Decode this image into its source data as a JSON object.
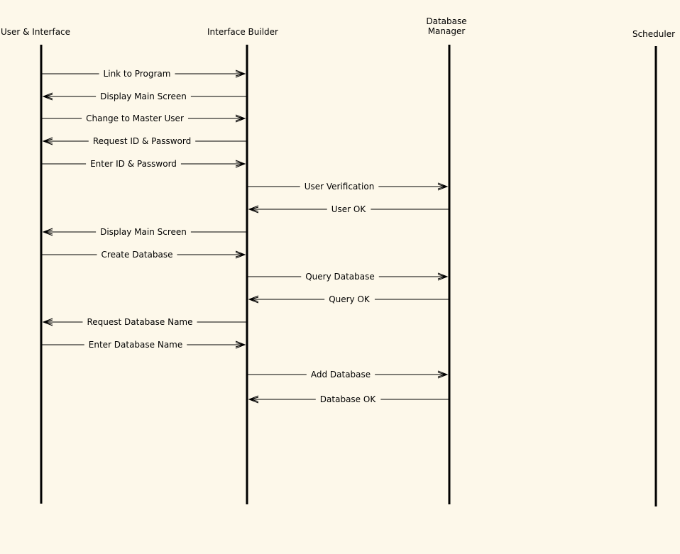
{
  "colors": {
    "background": "#fdf8ea",
    "ink": "#000000"
  },
  "actors": [
    {
      "id": "user",
      "label": "User & Interface"
    },
    {
      "id": "builder",
      "label": "Interface Builder"
    },
    {
      "id": "dbm",
      "label": "Database\nManager"
    },
    {
      "id": "scheduler",
      "label": "Scheduler"
    }
  ],
  "messages": [
    {
      "from": "user",
      "to": "builder",
      "label": "Link to Program"
    },
    {
      "from": "builder",
      "to": "user",
      "label": "Display Main Screen"
    },
    {
      "from": "user",
      "to": "builder",
      "label": "Change to Master User"
    },
    {
      "from": "builder",
      "to": "user",
      "label": "Request ID & Password"
    },
    {
      "from": "user",
      "to": "builder",
      "label": "Enter ID & Password"
    },
    {
      "from": "builder",
      "to": "dbm",
      "label": "User Verification"
    },
    {
      "from": "dbm",
      "to": "builder",
      "label": "User OK"
    },
    {
      "from": "builder",
      "to": "user",
      "label": "Display Main Screen"
    },
    {
      "from": "user",
      "to": "builder",
      "label": "Create Database"
    },
    {
      "from": "builder",
      "to": "dbm",
      "label": "Query Database"
    },
    {
      "from": "dbm",
      "to": "builder",
      "label": "Query OK"
    },
    {
      "from": "builder",
      "to": "user",
      "label": "Request Database Name"
    },
    {
      "from": "user",
      "to": "builder",
      "label": "Enter Database Name"
    },
    {
      "from": "builder",
      "to": "dbm",
      "label": "Add Database"
    },
    {
      "from": "dbm",
      "to": "builder",
      "label": "Database OK"
    }
  ]
}
